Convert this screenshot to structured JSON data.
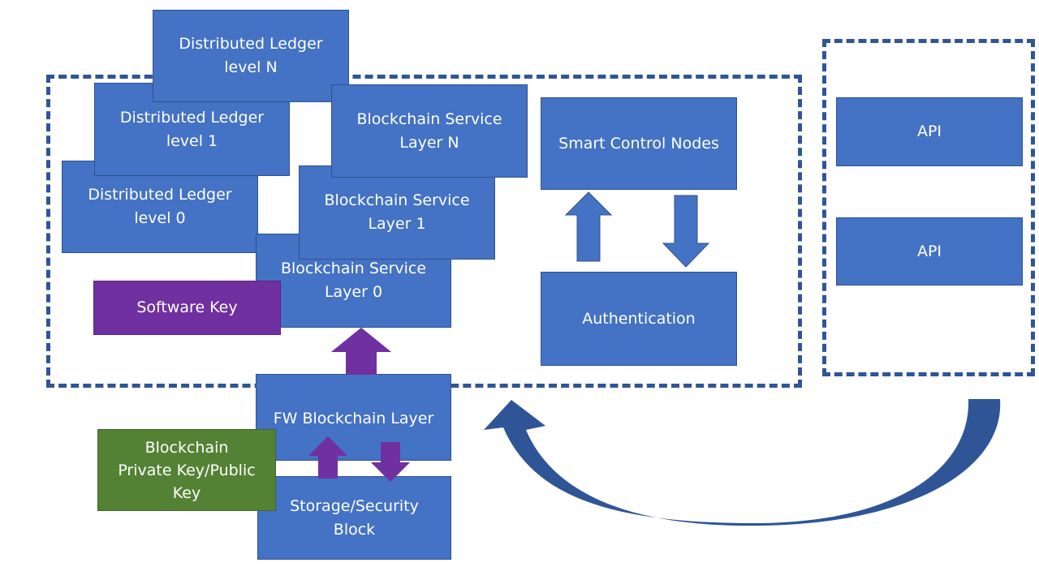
{
  "boxes": {
    "ledger_n": "Distributed Ledger\nlevel N",
    "ledger_1": "Distributed Ledger\nlevel 1",
    "ledger_0": "Distributed Ledger\nlevel 0",
    "service_n": "Blockchain Service\nLayer N",
    "service_1": "Blockchain Service\nLayer 1",
    "service_0": "Blockchain Service\nLayer 0",
    "software_key": "Software Key",
    "smart_control": "Smart Control Nodes",
    "authentication": "Authentication",
    "api_1": "API",
    "api_2": "API",
    "fw_layer": "FW Blockchain Layer",
    "private_key": "Blockchain\nPrivate Key/Public\nKey",
    "storage": "Storage/Security\nBlock"
  },
  "colors": {
    "box_blue": "#4472c4",
    "frame_blue": "#2f5597",
    "key_purple": "#7030a0",
    "key_green": "#548235"
  }
}
